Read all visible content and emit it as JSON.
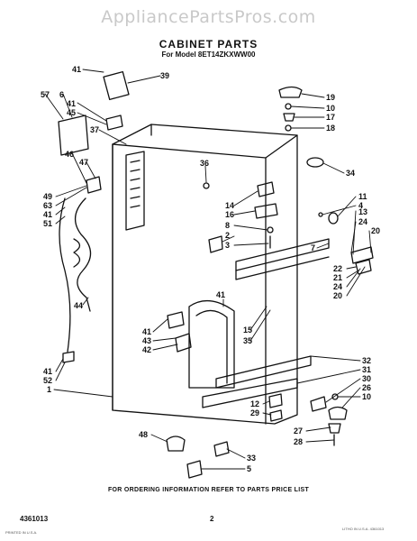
{
  "watermark": "AppliancePartsPros.com",
  "title": "CABINET PARTS",
  "subtitle": "For Model 8ET14ZKXWW00",
  "footer": "FOR ORDERING INFORMATION REFER TO PARTS PRICE LIST",
  "doc_number": "4361013",
  "page_number": "2",
  "fine_print_left": "PRINTED IN U.S.A.",
  "fine_print_right": "LITHO IN U.S.A. 4361013",
  "callouts": {
    "c41a": "41",
    "c39": "39",
    "c57": "57",
    "c6": "6",
    "c41b": "41",
    "c45": "45",
    "c37": "37",
    "c46": "46",
    "c47": "47",
    "c49": "49",
    "c63": "63",
    "c41c": "41",
    "c51": "51",
    "c44": "44",
    "c41d": "41",
    "c52": "52",
    "c1": "1",
    "c19": "19",
    "c10a": "10",
    "c17": "17",
    "c18": "18",
    "c34": "34",
    "c36": "36",
    "c11": "11",
    "c4": "4",
    "c14": "14",
    "c16": "16",
    "c8": "8",
    "c2": "2",
    "c3": "3",
    "c13": "13",
    "c24a": "24",
    "c20a": "20",
    "c7": "7",
    "c22": "22",
    "c21": "21",
    "c24b": "24",
    "c20b": "20",
    "c41e": "41",
    "c15": "15",
    "c35": "35",
    "c41f": "41",
    "c43": "43",
    "c42": "42",
    "c32": "32",
    "c31": "31",
    "c30": "30",
    "c26": "26",
    "c10b": "10",
    "c12": "12",
    "c29": "29",
    "c27": "27",
    "c28": "28",
    "c48": "48",
    "c33": "33",
    "c5": "5"
  }
}
